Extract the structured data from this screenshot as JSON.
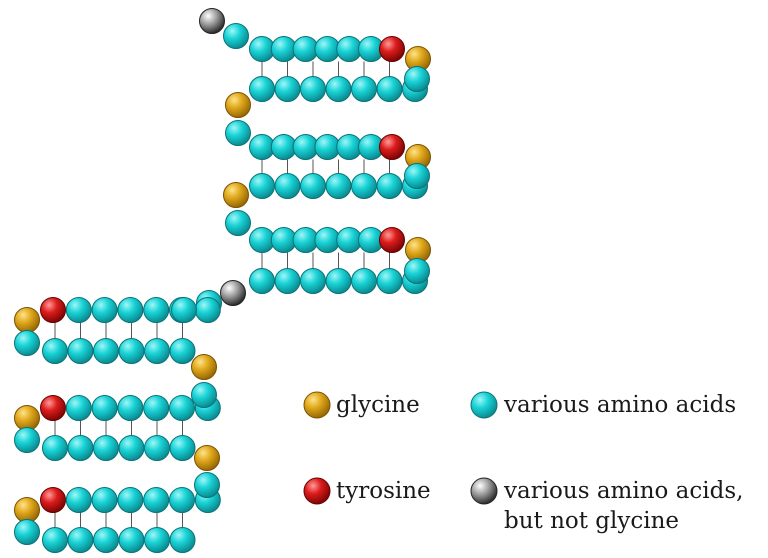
{
  "diagram": {
    "residue_colors": {
      "glycine": "#e0a81c",
      "tyrosine": "#dd1b1b",
      "various": "#19d3d6",
      "not_glycine": "#888888"
    },
    "strands": [
      {
        "id": "top-1-upper",
        "residues": [
          "various",
          "various",
          "various",
          "various",
          "various",
          "various",
          "tyrosine",
          "glycine"
        ]
      },
      {
        "id": "top-1-lower",
        "residues": [
          "various",
          "various",
          "various",
          "various",
          "various",
          "various",
          "various",
          "various"
        ]
      },
      {
        "id": "top-2-upper",
        "residues": [
          "various",
          "various",
          "various",
          "various",
          "various",
          "various",
          "tyrosine",
          "glycine"
        ]
      },
      {
        "id": "top-2-lower",
        "residues": [
          "various",
          "various",
          "various",
          "various",
          "various",
          "various",
          "various",
          "various"
        ]
      },
      {
        "id": "top-3-upper",
        "residues": [
          "various",
          "various",
          "various",
          "various",
          "various",
          "various",
          "tyrosine",
          "glycine"
        ]
      },
      {
        "id": "top-3-lower",
        "residues": [
          "various",
          "various",
          "various",
          "various",
          "various",
          "various",
          "various",
          "various"
        ]
      },
      {
        "id": "bottom-1-upper",
        "residues": [
          "glycine",
          "tyrosine",
          "various",
          "various",
          "various",
          "various",
          "various",
          "various"
        ]
      },
      {
        "id": "bottom-1-lower",
        "residues": [
          "various",
          "various",
          "various",
          "various",
          "various",
          "various",
          "various"
        ]
      },
      {
        "id": "bottom-2-upper",
        "residues": [
          "glycine",
          "tyrosine",
          "various",
          "various",
          "various",
          "various",
          "various",
          "various"
        ]
      },
      {
        "id": "bottom-2-lower",
        "residues": [
          "various",
          "various",
          "various",
          "various",
          "various",
          "various",
          "various"
        ]
      },
      {
        "id": "bottom-3-upper",
        "residues": [
          "glycine",
          "tyrosine",
          "various",
          "various",
          "various",
          "various",
          "various",
          "various"
        ]
      },
      {
        "id": "bottom-3-lower",
        "residues": [
          "various",
          "various",
          "various",
          "various",
          "various",
          "various",
          "various"
        ]
      }
    ]
  },
  "legend": {
    "glycine": "glycine",
    "tyrosine": "tyrosine",
    "various": "various amino acids",
    "not_glycine_line1": "various amino acids,",
    "not_glycine_line2": "but not glycine"
  }
}
